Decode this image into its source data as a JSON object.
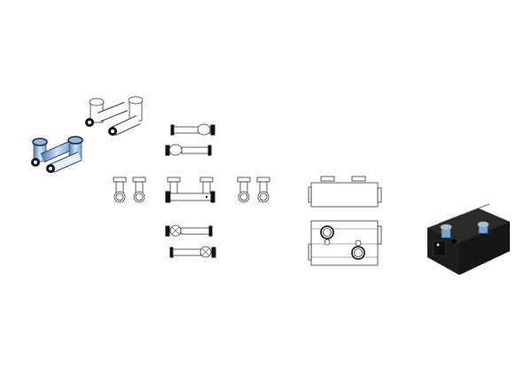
{
  "colors": {
    "background": "#ffffff",
    "line": "#333333",
    "insulation_block": "#1c1c1c",
    "fitting_blue": "#6fa8dc"
  },
  "views": [
    "iso-colored",
    "iso-outline",
    "top",
    "front",
    "bottom",
    "block-front",
    "block-top",
    "block-iso"
  ]
}
